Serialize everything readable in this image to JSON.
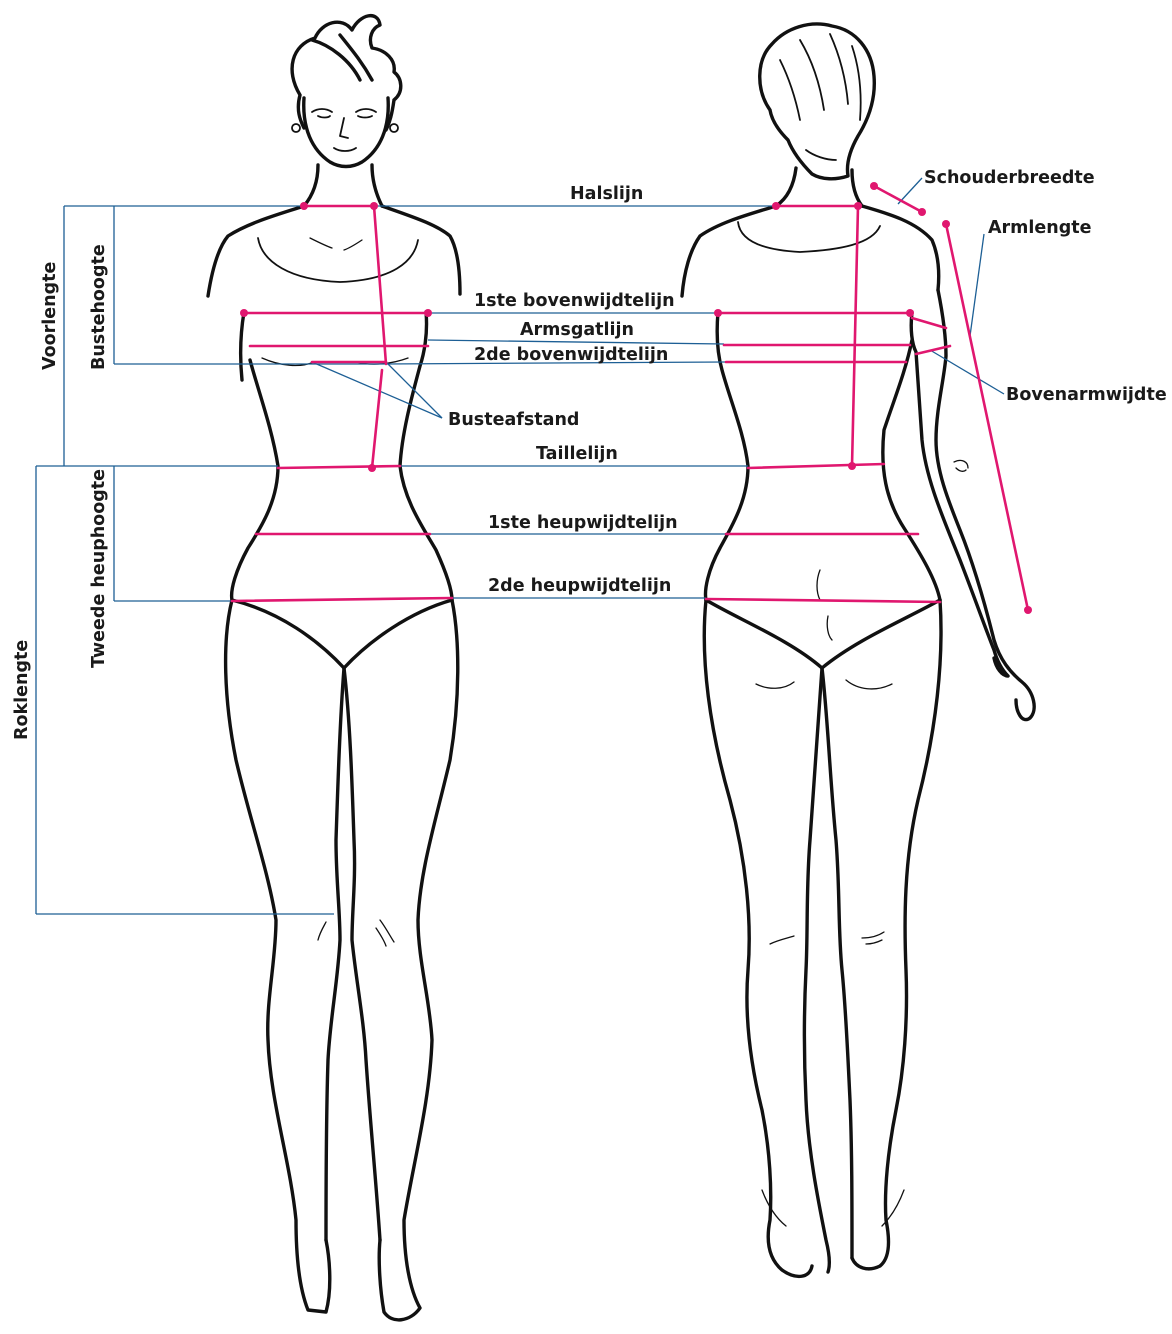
{
  "colors": {
    "measure": "#e0176f",
    "guide": "#1d5f95",
    "outline": "#111111",
    "text": "#1a1a1a"
  },
  "labels": {
    "halslijn": "Halslijn",
    "schouderbreedte": "Schouderbreedte",
    "armlengte": "Armlengte",
    "bovenwijdte1": "1ste bovenwijdtelijn",
    "armsgatlijn": "Armsgatlijn",
    "bovenwijdte2": "2de bovenwijdtelijn",
    "bovenarmwijdte": "Bovenarmwijdte",
    "busteafstand": "Busteafstand",
    "taillelijn": "Taillelijn",
    "heupwijdte1": "1ste heupwijdtelijn",
    "heupwijdte2": "2de heupwijdtelijn",
    "voorlengte": "Voorlengte",
    "bustehoogte": "Bustehoogte",
    "tweede_heuphoogte": "Tweede heuphoogte",
    "roklengte": "Roklengte"
  }
}
